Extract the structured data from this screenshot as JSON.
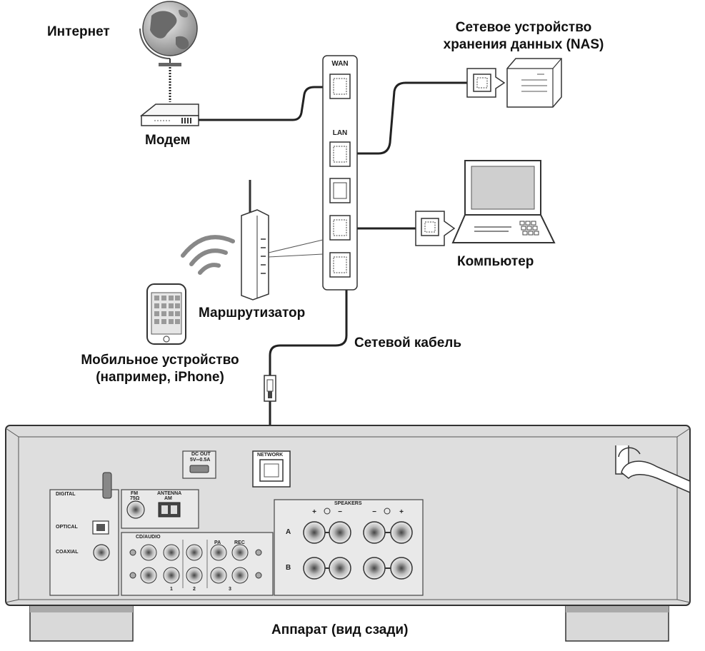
{
  "labels": {
    "internet": "Интернет",
    "modem": "Модем",
    "nas_line1": "Сетевое устройство",
    "nas_line2": "хранения данных (NAS)",
    "computer": "Компьютер",
    "router": "Маршрутизатор",
    "mobile_line1": "Мобильное устройство",
    "mobile_line2": "(например, iPhone)",
    "cable": "Сетевой кабель",
    "unit": "Аппарат (вид сзади)"
  },
  "ports": {
    "wan": "WAN",
    "lan": "LAN"
  },
  "panel": {
    "dc_out": "DC OUT",
    "dc_out_sub": "5V═0.5A",
    "network": "NETWORK",
    "digital": "DIGITAL",
    "optical": "OPTICAL",
    "coaxial": "COAXIAL",
    "fm": "FM",
    "fm_sub": "75Ω",
    "antenna": "ANTENNA",
    "am": "AM",
    "cd_audio": "CD/AUDIO",
    "pa": "PA",
    "rec": "REC",
    "speakers": "SPEAKERS",
    "row_a": "A",
    "row_b": "B",
    "num_1": "1",
    "num_2": "2",
    "num_3": "3"
  },
  "colors": {
    "line": "#222222",
    "unit_body": "#dcdcdc",
    "panel_gray": "#e9e9e9",
    "screen": "#cfcfcf"
  }
}
